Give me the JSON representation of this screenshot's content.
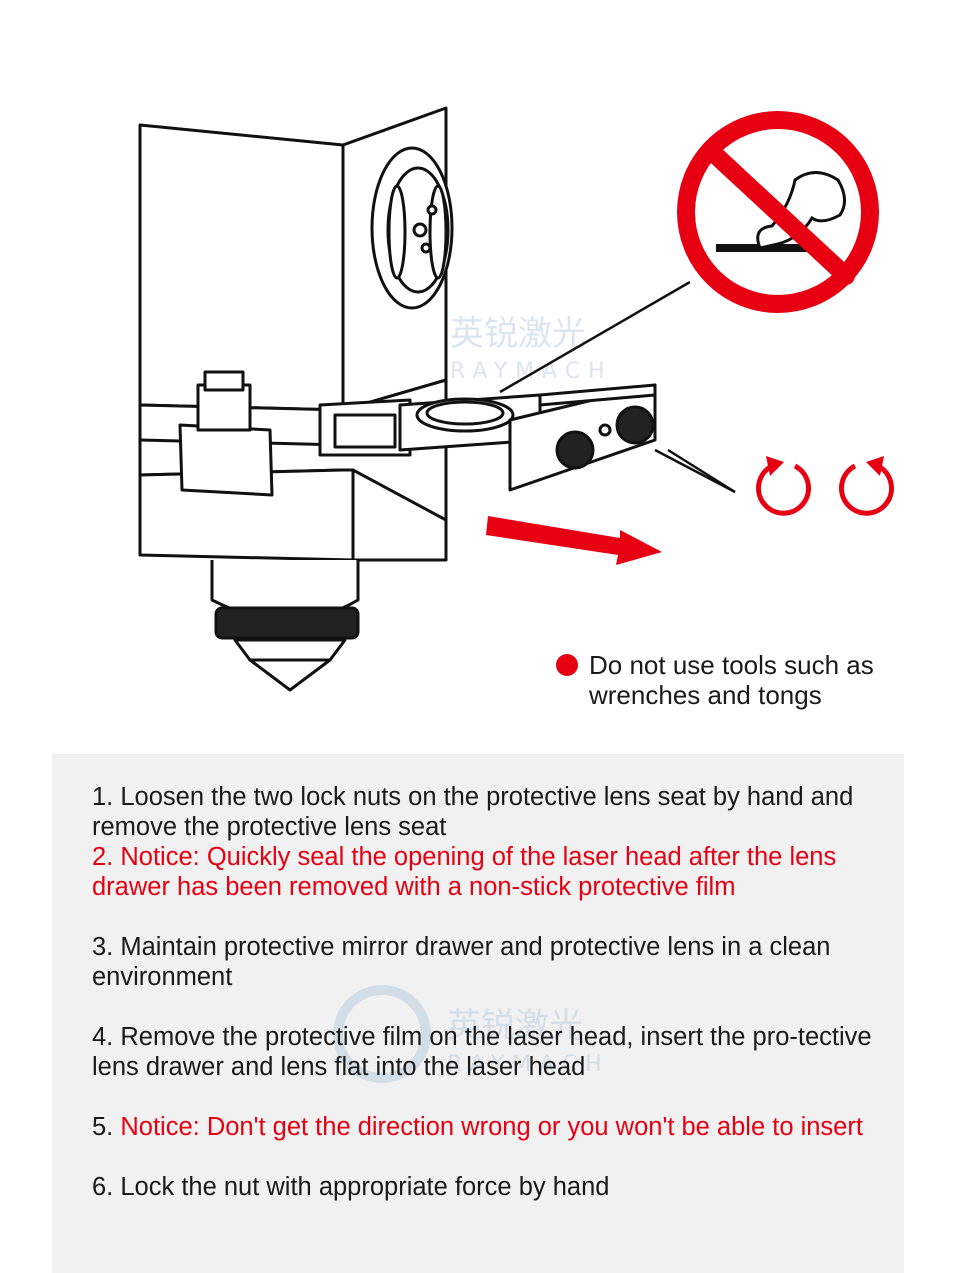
{
  "watermark": {
    "brand_cn": "英锐激光",
    "brand_en": "RAYMACH"
  },
  "note": {
    "text": "Do not use tools such as wrenches and tongs",
    "bullet_color": "#e60012"
  },
  "steps": [
    {
      "num": "1.",
      "text": "Loosen the two lock nuts on the protective lens seat by hand and remove the protective lens seat",
      "color": "black"
    },
    {
      "num": "2.",
      "text": "Notice: Quickly seal the opening of the laser head after the lens drawer has been removed with a non-stick protective film",
      "color": "red"
    },
    {
      "num": "3.",
      "text": "Maintain protective mirror drawer and protective lens in a clean environment",
      "color": "black"
    },
    {
      "num": "4.",
      "text": "Remove the protective film on the laser head, insert the pro-tective lens drawer and lens flat into the laser head",
      "color": "black"
    },
    {
      "num": "5.",
      "text": "Notice: Don't get the direction wrong or you won't be able to insert",
      "color": "red"
    },
    {
      "num": "6.",
      "text": "Lock the nut with appropriate force by hand",
      "color": "black"
    }
  ],
  "colors": {
    "accent_red": "#e60012",
    "panel_bg": "#f1f1f1",
    "text": "#1a1a1a"
  },
  "icons": [
    "prohibition-sign-icon",
    "rotate-ccw-icon",
    "rotate-cw-icon",
    "direction-arrow-icon"
  ]
}
